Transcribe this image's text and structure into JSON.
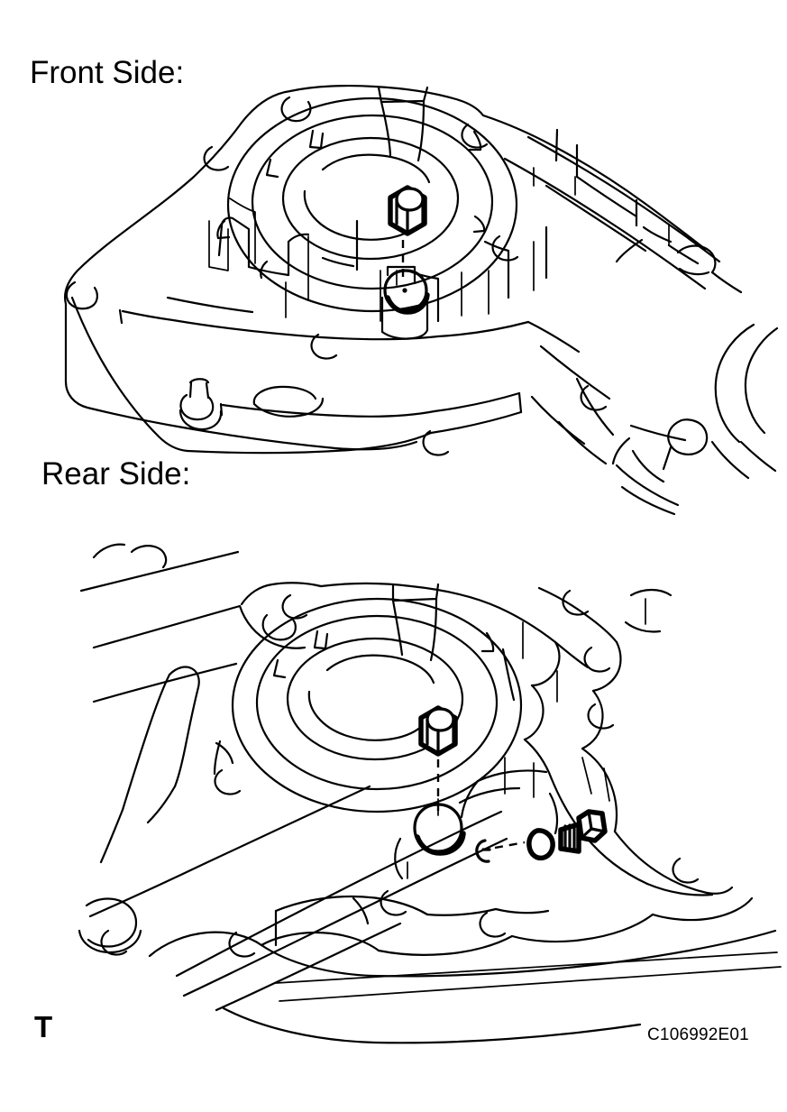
{
  "document": {
    "type": "automotive-service-manual-illustration",
    "background_color": "#ffffff",
    "line_color": "#000000",
    "figure_code": "C106992E01",
    "page_marker": "T"
  },
  "labels": {
    "front_side": "Front Side:",
    "rear_side": "Rear Side:"
  },
  "views": [
    {
      "id": "front-view",
      "title": "Front Side:",
      "subject": "timing-chain-cover-front-face",
      "components": [
        {
          "name": "crankshaft-seal-bore",
          "shape": "concentric-ellipses",
          "count": 4
        },
        {
          "name": "hex-nut",
          "state": "exploded-above"
        },
        {
          "name": "mounting-boss",
          "state": "installed-position"
        },
        {
          "name": "assembly-dashed-line",
          "orientation": "vertical"
        },
        {
          "name": "triangular-mounting-flange"
        },
        {
          "name": "bolt-hole-notches",
          "count": 9
        }
      ]
    },
    {
      "id": "rear-view",
      "title": "Rear Side:",
      "subject": "timing-chain-cover-rear-face",
      "components": [
        {
          "name": "crankshaft-seal-bore",
          "shape": "concentric-ellipses",
          "count": 4
        },
        {
          "name": "hex-nut",
          "state": "exploded-above"
        },
        {
          "name": "mounting-boss",
          "state": "installed-position"
        },
        {
          "name": "assembly-dashed-line",
          "orientation": "vertical"
        },
        {
          "name": "hex-head-bolt",
          "state": "exploded-right"
        },
        {
          "name": "sealing-washer",
          "state": "exploded"
        },
        {
          "name": "bolt-assembly-dashed-line",
          "orientation": "horizontal"
        },
        {
          "name": "bolt-hole-notches",
          "count": 11
        }
      ]
    }
  ]
}
